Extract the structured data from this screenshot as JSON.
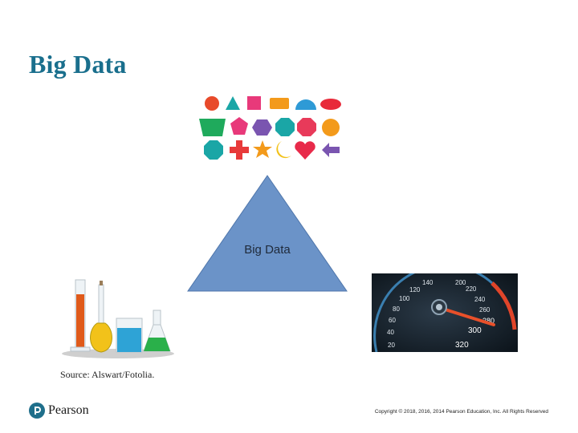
{
  "slide": {
    "title": "Big Data",
    "triangle_label": "Big Data",
    "source": "Source: Alswart/Fotolia.",
    "logo_text": "Pearson",
    "copyright": "Copyright © 2018, 2016, 2014 Pearson Education, Inc. All Rights Reserved",
    "speedometer_ticks": [
      "20",
      "40",
      "60",
      "80",
      "100",
      "120",
      "140",
      "200",
      "220",
      "240",
      "260",
      "280",
      "300",
      "320"
    ]
  },
  "colors": {
    "title": "#1a6f8d",
    "triangle_fill": "#6b93c8",
    "shape_red": "#e83a3a",
    "shape_teal": "#1aa6a6",
    "shape_pink": "#e8397a",
    "shape_orange": "#f39a1b",
    "shape_blue": "#2e9ad6",
    "shape_green": "#1faa5c",
    "shape_purple": "#7a55b0",
    "shape_yellow": "#f2c21a"
  },
  "icons": [
    "shapes-collection-icon",
    "laboratory-glassware-icon",
    "speedometer-icon",
    "pearson-logo-icon"
  ]
}
